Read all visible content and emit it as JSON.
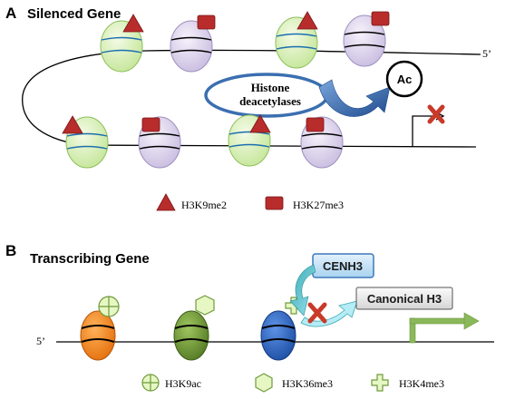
{
  "panelA": {
    "letter": "A",
    "title": "Silenced Gene",
    "end_label": "5’",
    "enzyme_label_line1": "Histone",
    "enzyme_label_line2": "deacetylases",
    "ac_label": "Ac",
    "legend": [
      {
        "label": "H3K9me2",
        "icon": "red-triangle-icon"
      },
      {
        "label": "H3K27me3",
        "icon": "red-square-icon"
      }
    ]
  },
  "panelB": {
    "letter": "B",
    "title": "Transcribing Gene",
    "end_label": "5’",
    "cenh3_label": "CENH3",
    "canonical_label": "Canonical H3",
    "legend": [
      {
        "label": "H3K9ac",
        "icon": "circle-plus-icon"
      },
      {
        "label": "H3K36me3",
        "icon": "hexagon-icon"
      },
      {
        "label": "H3K4me3",
        "icon": "cross-icon"
      }
    ]
  },
  "colors": {
    "green_nucleosome": "#d7efb0",
    "purple_nucleosome": "#ddd3ec",
    "methyl_red": "#b82c2c",
    "orange_nucleosome": "#f07e1b",
    "olive_nucleosome": "#6f9535",
    "blue_nucleosome": "#2c67c7",
    "mark_green": "#e6f7c4",
    "arrow_green": "#8bb85a",
    "enzyme_blue": "#3b6fb0"
  }
}
